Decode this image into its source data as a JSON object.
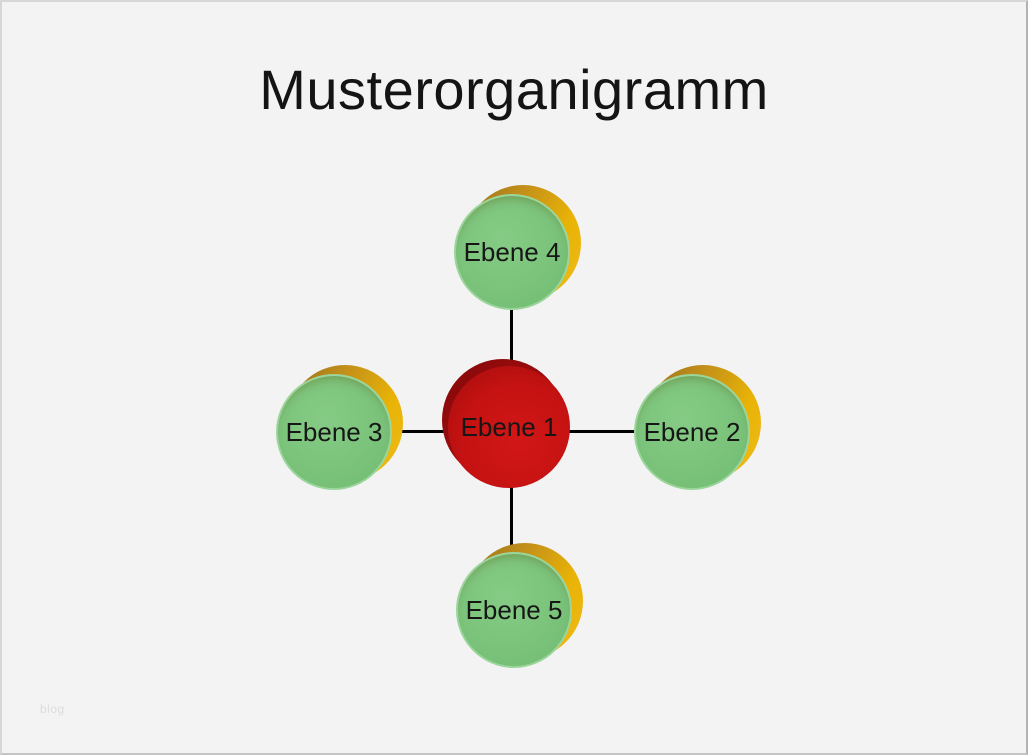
{
  "title": "Musterorganigramm",
  "watermark": "blog",
  "diagram": {
    "type": "organigram",
    "nodes": {
      "center": {
        "label": "Ebene 1",
        "shape": "circle",
        "fill": "#c51212",
        "shadow": "#8e0a0a",
        "position": "center"
      },
      "right": {
        "label": "Ebene 2",
        "shape": "circle",
        "fill": "#7ac27a",
        "shadow": "#e9b306",
        "position": "right"
      },
      "left": {
        "label": "Ebene 3",
        "shape": "circle",
        "fill": "#7ac27a",
        "shadow": "#e9b306",
        "position": "left"
      },
      "top": {
        "label": "Ebene 4",
        "shape": "circle",
        "fill": "#7ac27a",
        "shadow": "#e9b306",
        "position": "top"
      },
      "bottom": {
        "label": "Ebene 5",
        "shape": "circle",
        "fill": "#7ac27a",
        "shadow": "#e9b306",
        "position": "bottom"
      }
    },
    "connections": [
      {
        "from": "Ebene 1",
        "to": "Ebene 2"
      },
      {
        "from": "Ebene 1",
        "to": "Ebene 3"
      },
      {
        "from": "Ebene 1",
        "to": "Ebene 4"
      },
      {
        "from": "Ebene 1",
        "to": "Ebene 5"
      }
    ],
    "colors": {
      "background": "#f3f3f4",
      "connector": "#000000",
      "satellite_rim": "#9bd59b",
      "title_text": "#141414",
      "label_text": "#161616",
      "watermark_text": "#dcdcdc"
    }
  }
}
